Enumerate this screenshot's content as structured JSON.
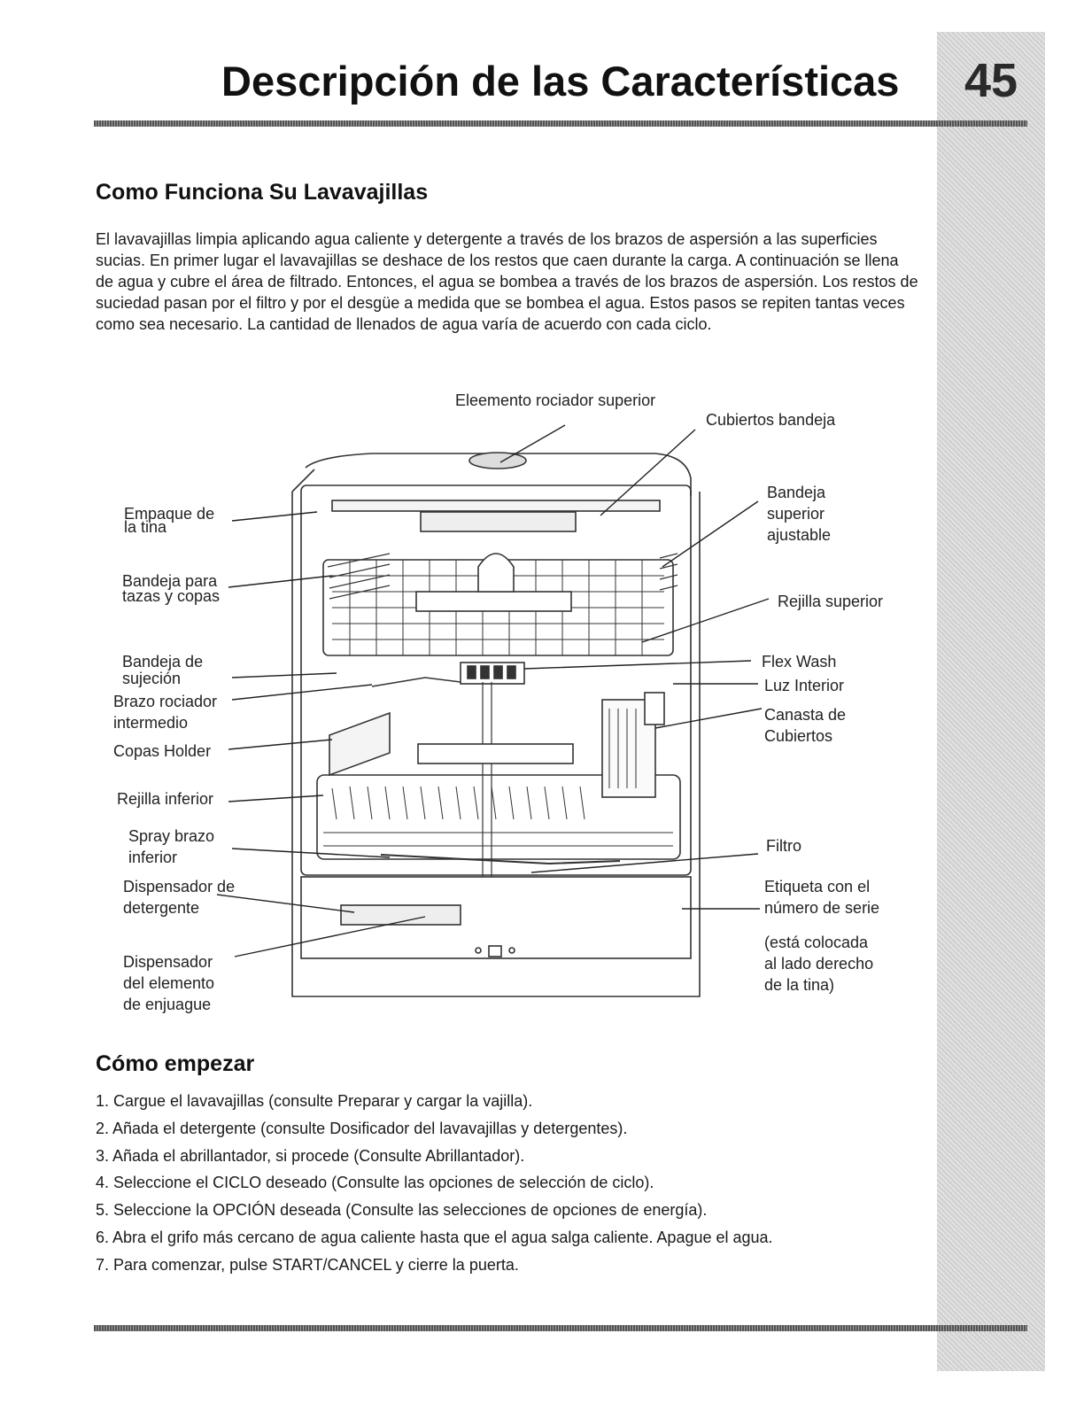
{
  "header": {
    "title": "Descripción de las Características",
    "page_number": "45"
  },
  "section_how": {
    "heading": "Como Funciona Su Lavavajillas",
    "paragraph": "El lavavajillas limpia aplicando agua caliente y detergente a través de los brazos de aspersión a las superficies sucias. En primer lugar el lavavajillas se deshace de los restos que caen durante la carga. A continuación se llena de agua y cubre el área de filtrado. Entonces, el agua se bombea a través de los brazos de aspersión. Los restos de suciedad pasan por el filtro y por el desgüe a medida que se bombea el agua. Estos pasos se repiten tantas veces como sea necesario. La cantidad de llenados de agua varía de acuerdo con cada ciclo."
  },
  "diagram": {
    "labels": {
      "upper_spray": "Eleemento rociador superior",
      "cutlery_tray": "Cubiertos bandeja",
      "tub_gasket_1": "Empaque de",
      "tub_gasket_2": "la tina",
      "adj_rack_1": "Bandeja",
      "adj_rack_2": "superior",
      "adj_rack_3": "ajustable",
      "cup_shelf_1": "Bandeja para",
      "cup_shelf_2": "tazas y copas",
      "upper_rack": "Rejilla superior",
      "hold_tray_1": "Bandeja de",
      "hold_tray_2": "sujeción",
      "flex_wash": "Flex Wash",
      "mid_arm_1": "Brazo rociador",
      "mid_arm_2": "intermedio",
      "interior_light": "Luz Interior",
      "basket_1": "Canasta de",
      "basket_2": "Cubiertos",
      "copas_holder": "Copas Holder",
      "lower_rack": "Rejilla inferior",
      "lower_arm_1": "Spray brazo",
      "lower_arm_2": "inferior",
      "filter": "Filtro",
      "det_disp_1": "Dispensador de",
      "det_disp_2": "detergente",
      "serial_1": "Etiqueta con el",
      "serial_2": "número de serie",
      "serial_3": "(está colocada",
      "serial_4": "al lado derecho",
      "serial_5": "de la tina)",
      "rinse_1": "Dispensador",
      "rinse_2": "del elemento",
      "rinse_3": "de enjuague"
    }
  },
  "section_start": {
    "heading": "Cómo empezar",
    "steps": [
      "1. Cargue el lavavajillas (consulte Preparar y cargar la vajilla).",
      "2. Añada el detergente (consulte Dosificador del lavavajillas y detergentes).",
      "3. Añada el abrillantador, si procede (Consulte Abrillantador).",
      "4. Seleccione el CICLO deseado (Consulte las opciones de selección de ciclo).",
      "5. Seleccione la OPCIÓN deseada (Consulte las selecciones de opciones de energía).",
      "6. Abra el grifo más cercano de agua caliente hasta que el agua salga caliente. Apague el agua.",
      "7. Para comenzar, pulse START/CANCEL y cierre la puerta."
    ]
  }
}
